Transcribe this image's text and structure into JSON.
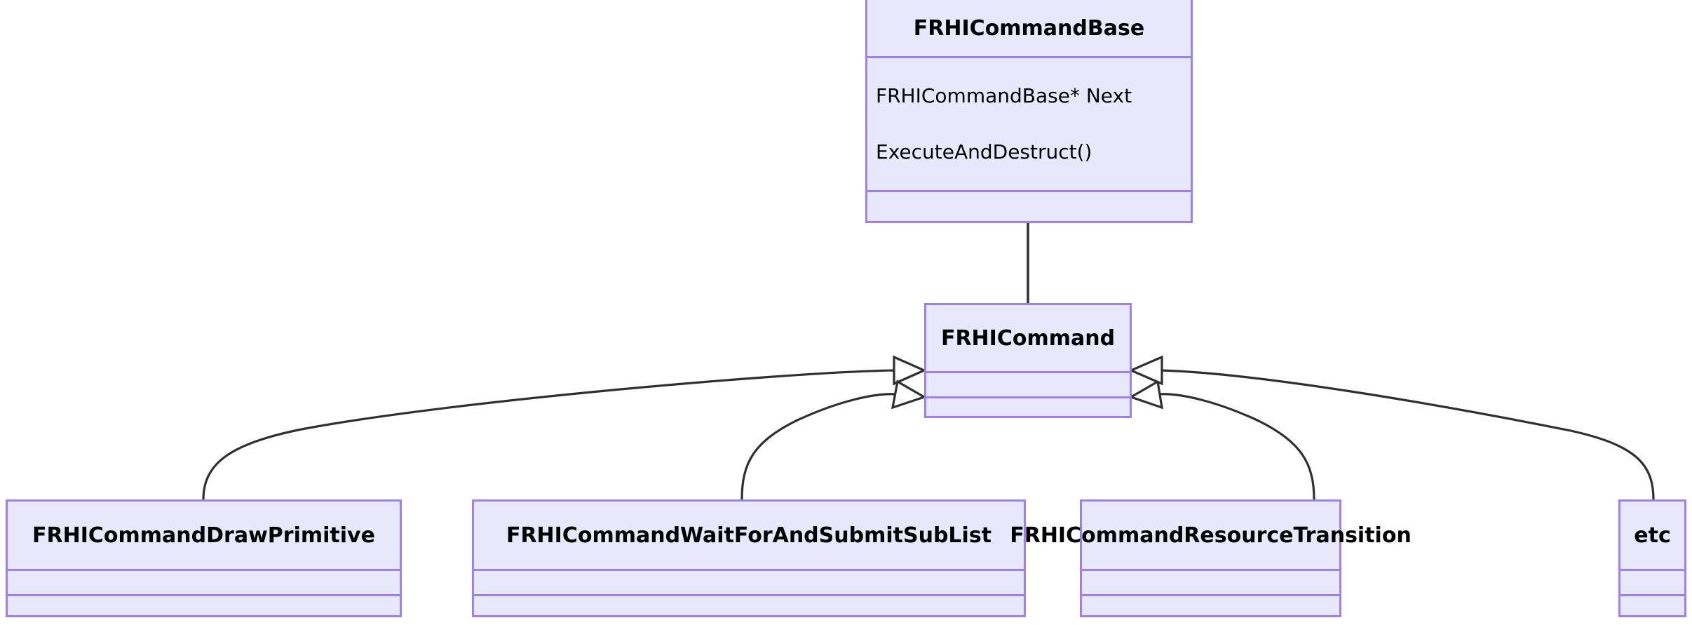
{
  "diagram": {
    "kind": "uml-class-diagram",
    "title_text": "",
    "colors": {
      "class_fill": "#e8e8fc",
      "class_border": "#9f7fe8",
      "edge_stroke": "#2f2f2f",
      "text": "#000000",
      "background": "#ffffff"
    }
  },
  "classes": {
    "base": {
      "name": "FRHICommandBase",
      "attributes": [
        "FRHICommandBase* Next",
        "ExecuteAndDestruct()"
      ],
      "operations": []
    },
    "command": {
      "name": "FRHICommand",
      "attributes": [],
      "operations": []
    },
    "draw_primitive": {
      "name": "FRHICommandDrawPrimitive",
      "attributes": [],
      "operations": []
    },
    "wait_sublist": {
      "name": "FRHICommandWaitForAndSubmitSubList",
      "attributes": [],
      "operations": []
    },
    "resource_transition": {
      "name": "FRHICommandResourceTransition",
      "attributes": [],
      "operations": []
    },
    "etc": {
      "name": "etc",
      "attributes": [],
      "operations": []
    }
  },
  "relationships": [
    {
      "type": "generalization",
      "from": "FRHICommand",
      "to": "FRHICommandBase",
      "style": "straight"
    },
    {
      "type": "generalization",
      "from": "FRHICommandDrawPrimitive",
      "to": "FRHICommand",
      "style": "curved"
    },
    {
      "type": "generalization",
      "from": "FRHICommandWaitForAndSubmitSubList",
      "to": "FRHICommand",
      "style": "curved"
    },
    {
      "type": "generalization",
      "from": "FRHICommandResourceTransition",
      "to": "FRHICommand",
      "style": "curved"
    },
    {
      "type": "generalization",
      "from": "etc",
      "to": "FRHICommand",
      "style": "curved"
    }
  ]
}
